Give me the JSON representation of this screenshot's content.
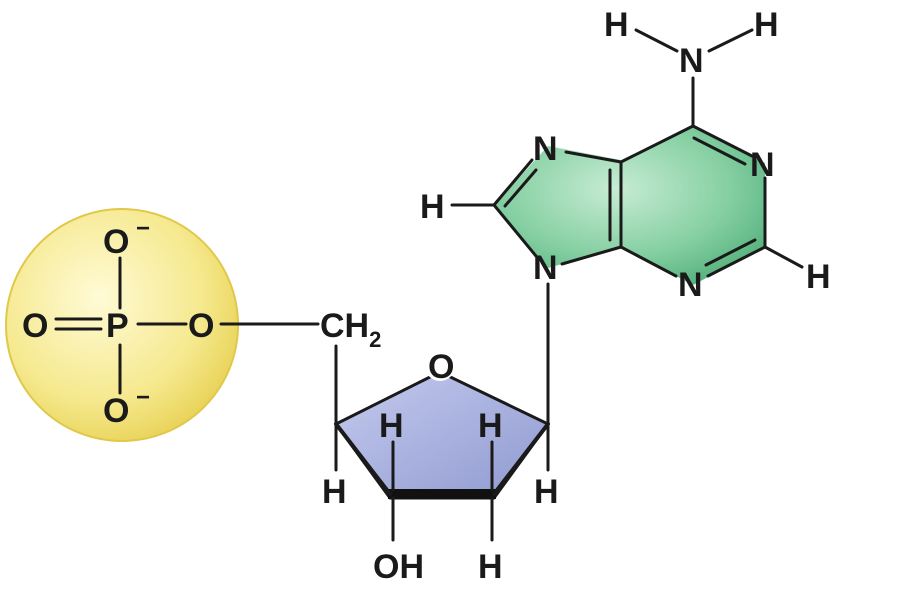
{
  "molecule": {
    "phosphate": {
      "color": "#f2e27a",
      "atoms": {
        "o_top": "O",
        "o_top_charge": "−",
        "o_left": "O",
        "p": "P",
        "o_right": "O",
        "o_bottom": "O",
        "o_bottom_charge": "−"
      }
    },
    "linker": {
      "ch2_c": "CH",
      "ch2_sub": "2"
    },
    "sugar": {
      "color": "#aab3df",
      "atoms": {
        "ring_o": "O",
        "h_c4_up": "H",
        "h_c1_up": "H",
        "h_c4_down": "H",
        "h_c1_down": "H",
        "oh": "OH",
        "h_c2": "H"
      }
    },
    "base": {
      "color": "#7cc79c",
      "atoms": {
        "n7": "N",
        "n9": "N",
        "n1": "N",
        "n3": "N",
        "h8": "H",
        "h2": "H",
        "n_amino": "N",
        "h_amino_left": "H",
        "h_amino_right": "H"
      }
    }
  }
}
